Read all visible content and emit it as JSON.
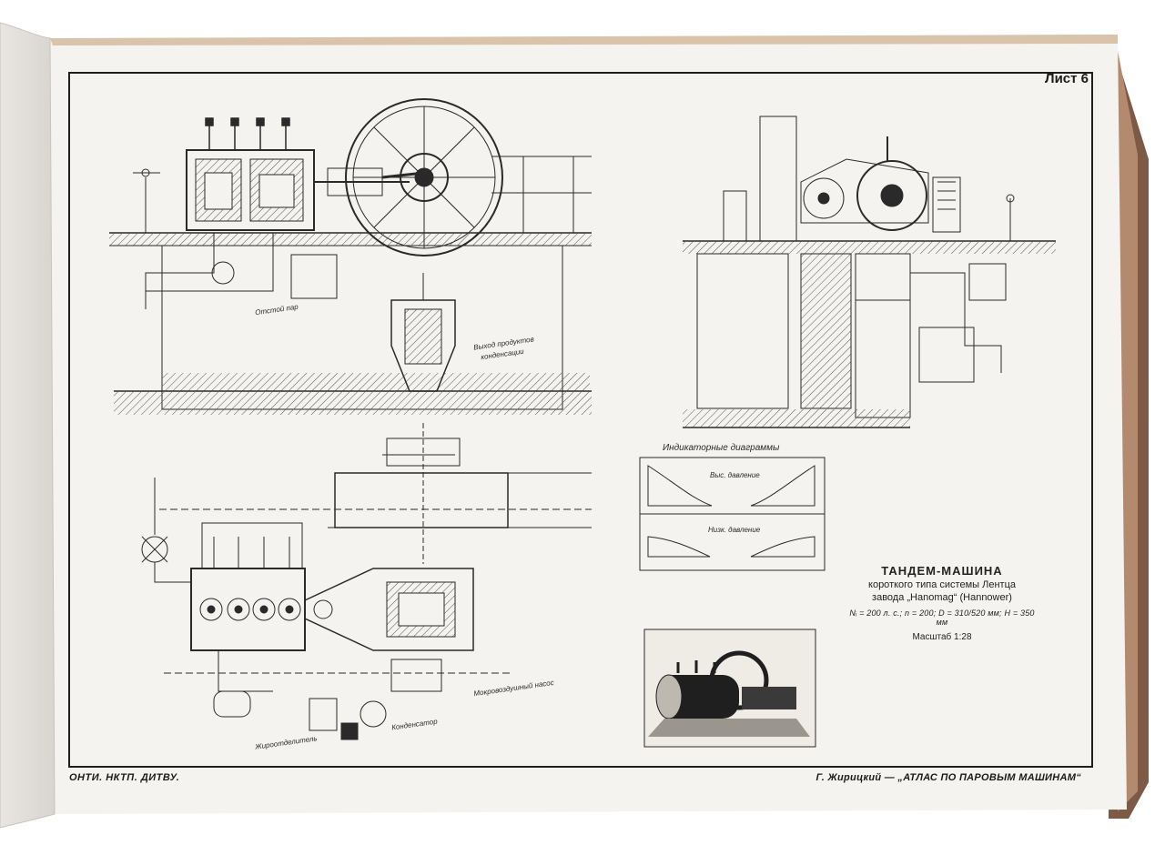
{
  "sheet": {
    "number_label": "Лист 6",
    "footer_left": "ОНТИ. НКТП. ДИТВУ.",
    "footer_right": "Г. Жирицкий — „АТЛАС ПО ПАРОВЫМ МАШИНАМ“"
  },
  "title_block": {
    "title": "ТАНДЕМ-МАШИНА",
    "line2": "короткого типа системы Лентца",
    "line3": "завода „Hanomag“ (Hannower)",
    "specs": "Nᵢ = 200 л. с.;  n = 200;  D = 310/520 мм;  H = 350 мм",
    "scale": "Масштаб 1:28"
  },
  "indicator": {
    "heading": "Индикаторные диаграммы",
    "high_label": "Выс. давление",
    "low_label": "Низк. давление"
  },
  "callouts": {
    "exhaust": "Отстой пар",
    "condensate_line1": "Выход продуктов",
    "condensate_line2": "конденсации",
    "air_pump": "Мокровоздушный насос",
    "condenser": "Конденсатор",
    "oil_separator": "Жироотделитель"
  },
  "colors": {
    "page": "#f5f3ef",
    "ink": "#2a2a2a",
    "edge": "#c9b9a3",
    "dark_edge": "#8a6d55"
  },
  "icons": [
    "engine-perspective-image"
  ]
}
